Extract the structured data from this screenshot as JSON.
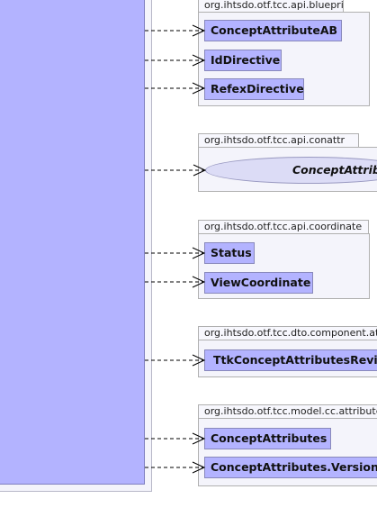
{
  "packages": {
    "blueprint": {
      "name": "org.ihtsdo.otf.tcc.api.blueprint",
      "classes": [
        "ConceptAttributeAB",
        "IdDirective",
        "RefexDirective"
      ]
    },
    "conattr": {
      "name": "org.ihtsdo.otf.tcc.api.conattr",
      "interface": "ConceptAttribute"
    },
    "coordinate": {
      "name": "org.ihtsdo.otf.tcc.api.coordinate",
      "classes": [
        "Status",
        "ViewCoordinate"
      ]
    },
    "dto_attr": {
      "name": "org.ihtsdo.otf.tcc.dto.component.attr",
      "classes": [
        "TtkConceptAttributesRevis"
      ]
    },
    "model_attr": {
      "name": "org.ihtsdo.otf.tcc.model.cc.attributes",
      "classes": [
        "ConceptAttributes",
        "ConceptAttributes.Version"
      ]
    }
  },
  "colors": {
    "class_fill": "#b3b3ff",
    "package_fill": "#f4f4fb",
    "interface_fill": "#dcdcf6",
    "arrow": "#000000"
  }
}
